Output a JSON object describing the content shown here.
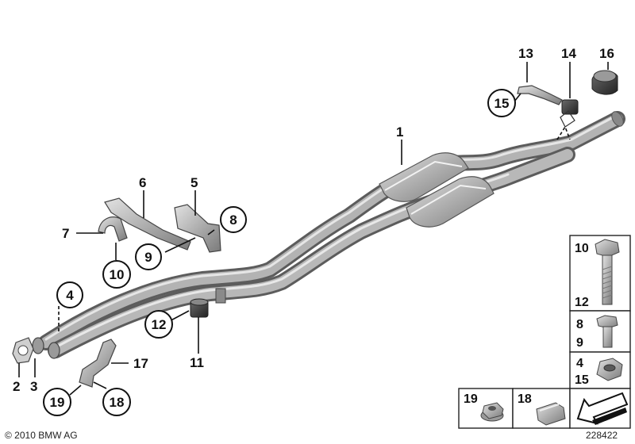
{
  "diagram": {
    "callouts": {
      "c1": "1",
      "c2": "2",
      "c3": "3",
      "c4": "4",
      "c5": "5",
      "c6": "6",
      "c7": "7",
      "c8": "8",
      "c9": "9",
      "c10": "10",
      "c11": "11",
      "c12": "12",
      "c13": "13",
      "c14": "14",
      "c15": "15",
      "c16": "16",
      "c17": "17",
      "c18": "18",
      "c19": "19"
    },
    "panels": {
      "bolt_long": [
        "10",
        "12"
      ],
      "bolt_short": [
        "8",
        "9"
      ],
      "nut": [
        "4",
        "15"
      ],
      "flange_nut": "19",
      "clip": "18"
    },
    "copyright": "© 2010 BMW AG",
    "image_number": "228422"
  }
}
